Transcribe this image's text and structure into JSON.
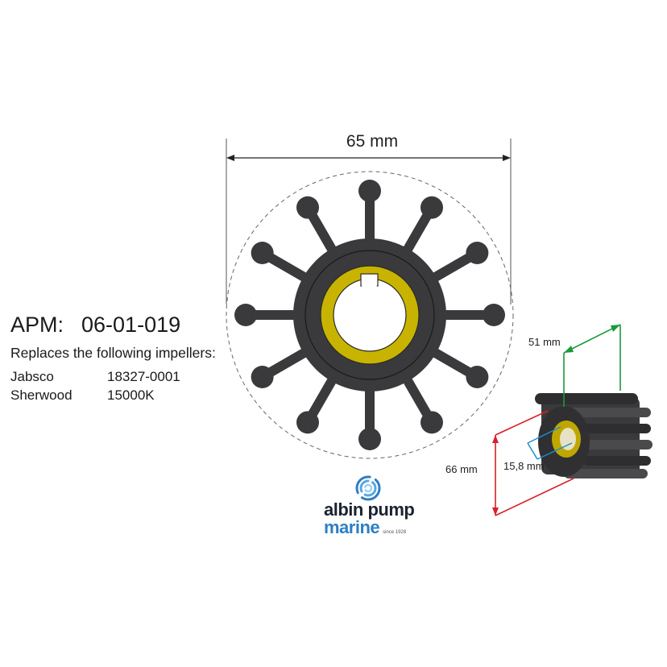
{
  "dimensions": {
    "outer_diameter": "65 mm",
    "length": "51 mm",
    "height": "66 mm",
    "bore": "15,8 mm"
  },
  "product": {
    "prefix": "APM:",
    "code": "06-01-019",
    "replaces_label": "Replaces the following impellers:",
    "cross_references": [
      {
        "brand": "Jabsco",
        "part": "18327-0001"
      },
      {
        "brand": "Sherwood",
        "part": "15000K"
      }
    ]
  },
  "logo": {
    "line1": "albin pump",
    "line2": "marine",
    "since": "since 1928"
  },
  "colors": {
    "rubber": "#3a3a3c",
    "bushing": "#c8b400",
    "dimension_top": "#222222",
    "dimension_length": "#1a9a3a",
    "dimension_height": "#d8202a",
    "dimension_bore": "#1a8fd8",
    "brand_blue": "#2e7fc4"
  },
  "impeller": {
    "vanes": 12
  }
}
